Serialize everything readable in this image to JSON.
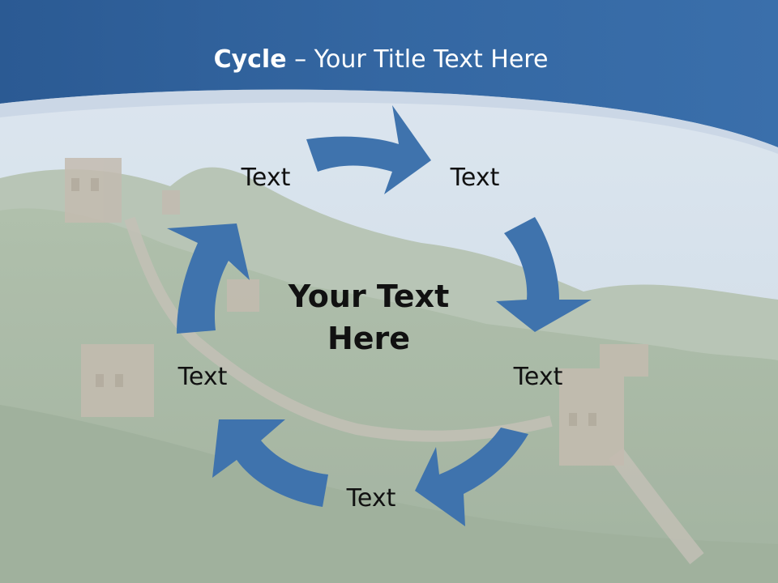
{
  "slide": {
    "title_bold": "Cycle",
    "title_rest": " – Your Title Text Here"
  },
  "cycle": {
    "center_text_line1": "Your Text",
    "center_text_line2": "Here",
    "nodes": [
      {
        "label": "Text"
      },
      {
        "label": "Text"
      },
      {
        "label": "Text"
      },
      {
        "label": "Text"
      },
      {
        "label": "Text"
      }
    ]
  },
  "colors": {
    "header_band": "#2f5f98",
    "arrow_fill": "#3f73ad",
    "sky": "#c9d8e6",
    "hills": "#8ea58a"
  },
  "icons": {
    "arrow": "curved-arrow-icon"
  }
}
